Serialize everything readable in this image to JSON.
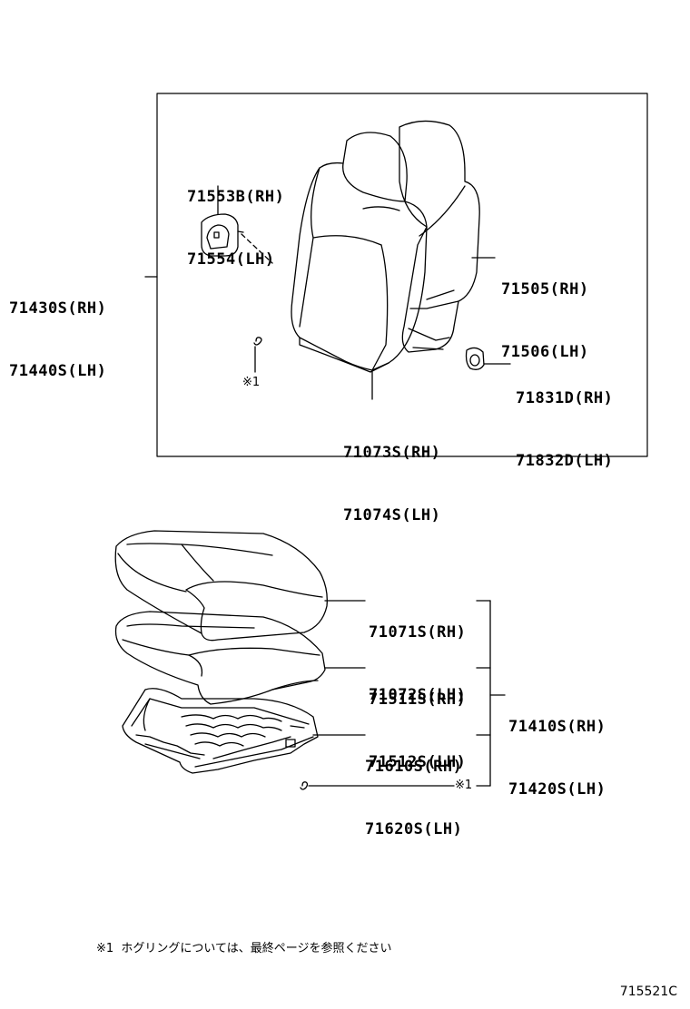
{
  "labels": {
    "headrest_cover": [
      "71553B(RH)",
      "71554(LH)"
    ],
    "seatback_assembly": [
      "71430S(RH)",
      "71440S(LH)"
    ],
    "seatback_frame": [
      "71505(RH)",
      "71506(LH)"
    ],
    "clip": [
      "71831D(RH)",
      "71832D(LH)"
    ],
    "seatback_cover": [
      "71073S(RH)",
      "71074S(LH)"
    ],
    "cushion_cover": [
      "71071S(RH)",
      "71072S(LH)"
    ],
    "cushion_pad": [
      "71511S(RH)",
      "71512S(LH)"
    ],
    "cushion_frame": [
      "71610S(RH)",
      "71620S(LH)"
    ],
    "cushion_assembly": [
      "71410S(RH)",
      "71420S(LH)"
    ]
  },
  "refs": {
    "hog_ring_top": "※1",
    "hog_ring_bottom": "※1"
  },
  "footnote": "※1  ホグリングについては、最終ページを参照ください",
  "figure_number": "715521C"
}
